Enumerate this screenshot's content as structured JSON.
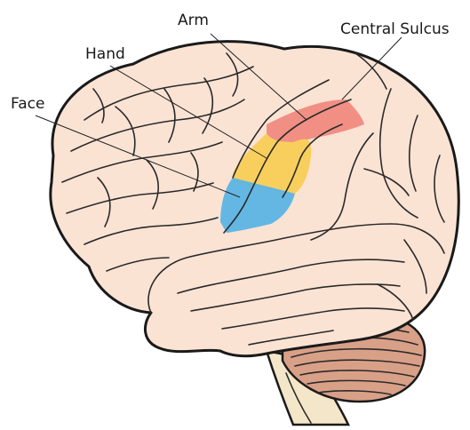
{
  "labels": {
    "arm": "Arm",
    "hand": "Hand",
    "face": "Face",
    "central_sulcus": "Central Sulcus"
  },
  "colors": {
    "brain": "#fbe3d4",
    "cerebellum": "#d9a088",
    "brainstem": "#f4e6c8",
    "arm_region": "#f08a80",
    "hand_region": "#f8cd56",
    "face_region": "#5cb4e4",
    "outline": "#1a1a1a"
  }
}
